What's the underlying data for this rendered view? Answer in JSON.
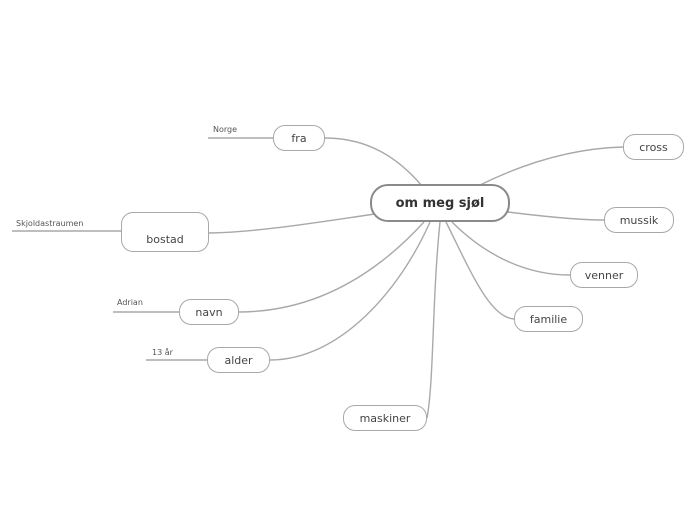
{
  "center": {
    "label": "om meg sjøl"
  },
  "topics": {
    "fra": "fra",
    "bostad": "bostad",
    "navn": "navn",
    "alder": "alder",
    "maskiner": "maskiner",
    "cross": "cross",
    "mussik": "mussik",
    "venner": "venner",
    "familie": "familie"
  },
  "details": {
    "fra": "Norge",
    "bostad": "Skjoldastraumen",
    "navn": "Adrian",
    "alder": "13 år"
  },
  "colors": {
    "line": "#a9a9a9",
    "node_border": "#a8a8a8",
    "center_border": "#8a8a8a"
  }
}
